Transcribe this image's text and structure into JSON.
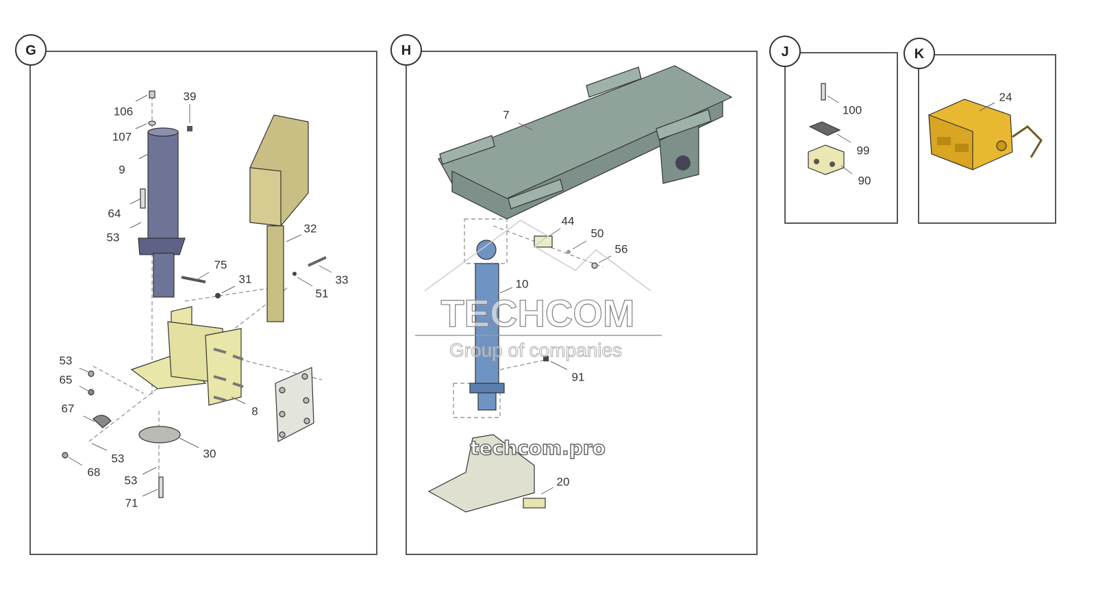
{
  "panels": {
    "G": {
      "badge": "G",
      "callouts": [
        "106",
        "107",
        "39",
        "9",
        "64",
        "53",
        "32",
        "75",
        "31",
        "33",
        "51",
        "53",
        "65",
        "67",
        "8",
        "53",
        "30",
        "68",
        "53",
        "71"
      ]
    },
    "H": {
      "badge": "H",
      "callouts": [
        "7",
        "44",
        "50",
        "56",
        "10",
        "91",
        "20"
      ]
    },
    "J": {
      "badge": "J",
      "callouts": [
        "100",
        "99",
        "90"
      ]
    },
    "K": {
      "badge": "K",
      "callouts": [
        "24"
      ]
    }
  },
  "watermark": {
    "brand": "TECHCOM",
    "tagline": "Group of companies",
    "url": "techcom.pro"
  },
  "colors": {
    "cylinder_blue_gray": "#6e7496",
    "mount_yellow": "#e8e6a8",
    "box_olive": "#c9bf84",
    "frame_green": "#8fa39a",
    "cylinder_blue": "#6f94c4",
    "part_yellow": "#e8b830"
  }
}
